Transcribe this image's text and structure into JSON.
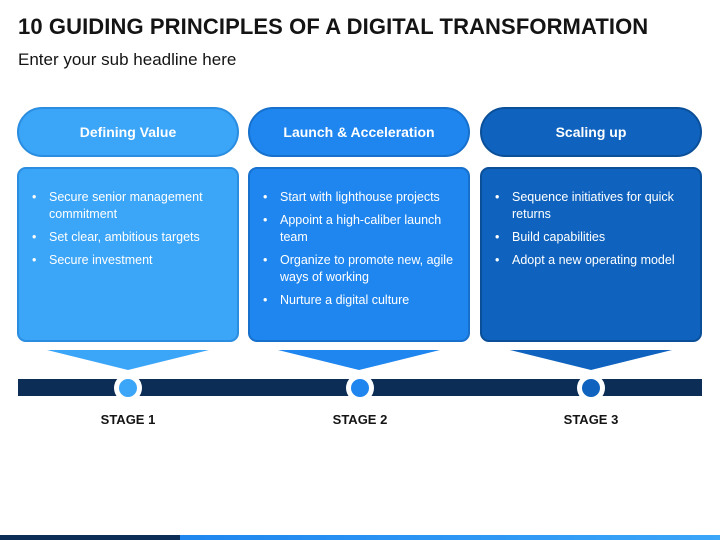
{
  "header": {
    "title": "10 GUIDING PRINCIPLES OF A DIGITAL TRANSFORMATION",
    "subtitle": "Enter your sub headline here"
  },
  "colors": {
    "stage1": "#3ba5f8",
    "stage2": "#1f86ef",
    "stage3": "#0f63be",
    "timeline": "#0c2d55"
  },
  "columns": [
    {
      "heading": "Defining Value",
      "bullets": [
        "Secure senior management commitment",
        "Set clear, ambitious targets",
        "Secure investment"
      ],
      "stage": "STAGE 1"
    },
    {
      "heading": "Launch & Acceleration",
      "bullets": [
        "Start with lighthouse projects",
        "Appoint a high-caliber launch team",
        "Organize to promote new, agile ways of working",
        "Nurture a digital culture"
      ],
      "stage": "STAGE 2"
    },
    {
      "heading": "Scaling up",
      "bullets": [
        "Sequence initiatives for quick returns",
        "Build capabilities",
        "Adopt a new operating model"
      ],
      "stage": "STAGE 3"
    }
  ]
}
